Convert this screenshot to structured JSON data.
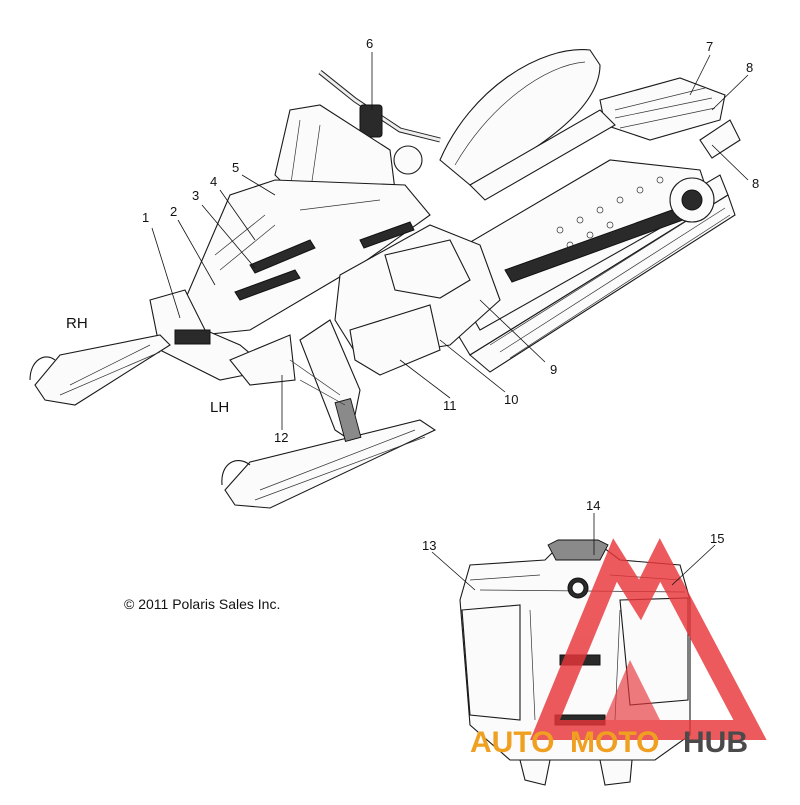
{
  "labels": {
    "side_right": "RH",
    "side_left": "LH",
    "copyright": "© 2011 Polaris Sales Inc."
  },
  "callouts": [
    "1",
    "2",
    "3",
    "4",
    "5",
    "6",
    "7",
    "8",
    "8",
    "9",
    "10",
    "11",
    "12",
    "13",
    "14",
    "15"
  ],
  "watermark": {
    "text_part1": "AUTO",
    "text_part2": "MOTO",
    "text_part3": "HUB",
    "color_auto": "#f0a020",
    "color_moto": "#f0a020",
    "color_hub": "#4a4a4a",
    "logo_color": "#e8363a"
  }
}
